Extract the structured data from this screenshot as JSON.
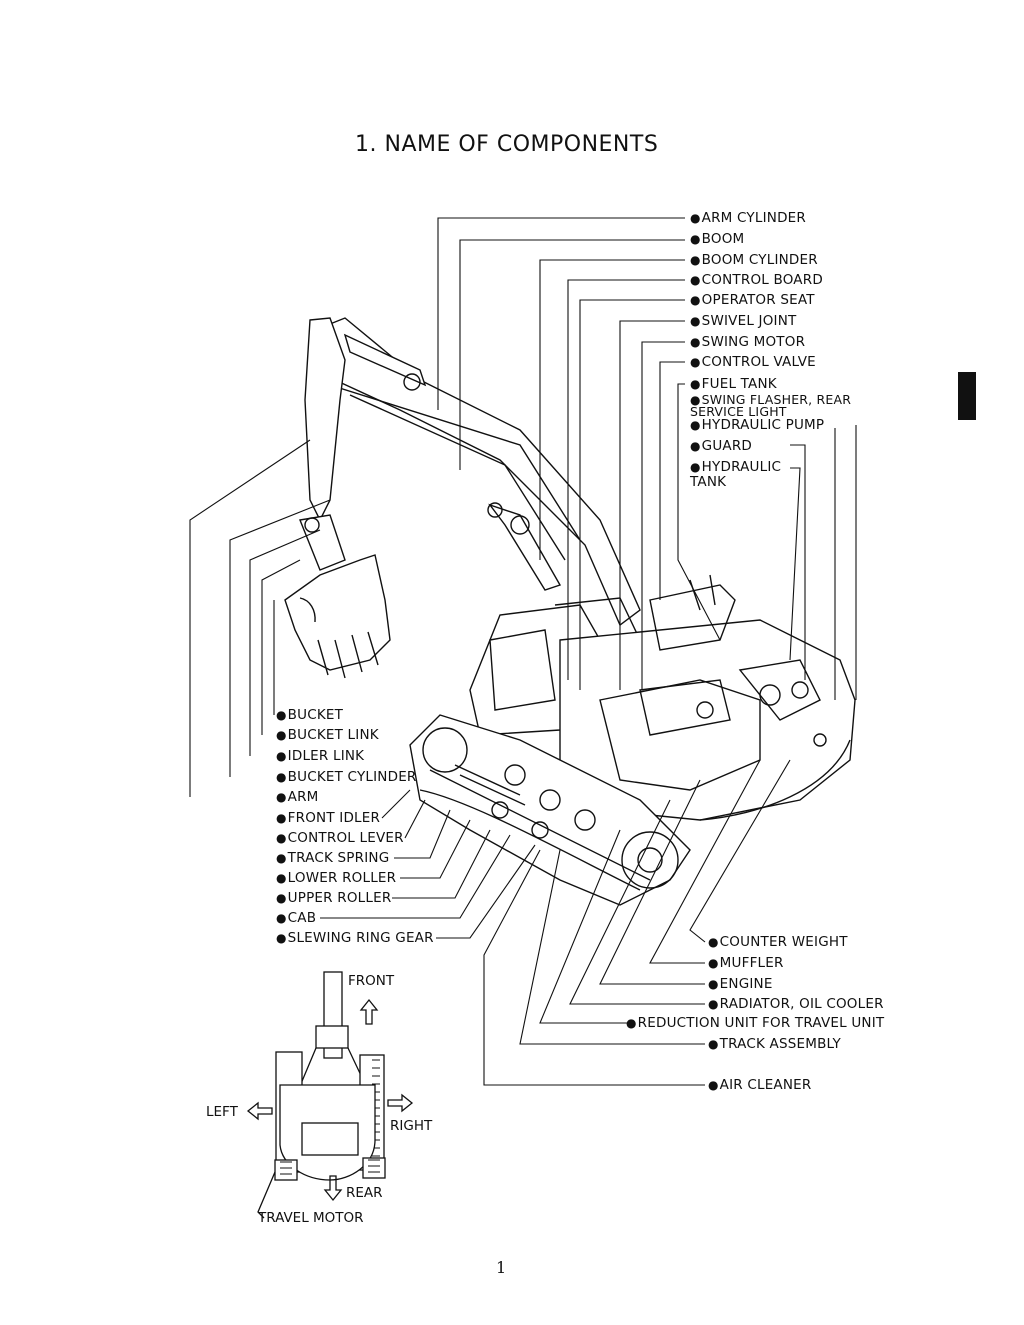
{
  "title": "1. NAME OF COMPONENTS",
  "labels_right_top": [
    "ARM CYLINDER",
    "BOOM",
    "BOOM CYLINDER",
    "CONTROL BOARD",
    "OPERATOR SEAT",
    "SWIVEL JOINT",
    "SWING MOTOR",
    "CONTROL VALVE",
    "FUEL TANK",
    "SWING FLASHER, REAR SERVICE LIGHT",
    "HYDRAULIC PUMP",
    "GUARD",
    "HYDRAULIC TANK"
  ],
  "labels_left": [
    "BUCKET",
    "BUCKET LINK",
    "IDLER LINK",
    "BUCKET CYLINDER",
    "ARM",
    "FRONT IDLER",
    "CONTROL LEVER",
    "TRACK SPRING",
    "LOWER ROLLER",
    "UPPER ROLLER",
    "CAB",
    "SLEWING RING GEAR"
  ],
  "labels_right_bottom": [
    "COUNTER WEIGHT",
    "MUFFLER",
    "ENGINE",
    "RADIATOR, OIL COOLER",
    "REDUCTION UNIT FOR TRAVEL UNIT",
    "TRACK ASSEMBLY",
    "AIR CLEANER"
  ],
  "directions": {
    "front": "FRONT",
    "rear": "REAR",
    "left": "LEFT",
    "right": "RIGHT",
    "travel_motor": "TRAVEL MOTOR"
  },
  "page_number": "1"
}
